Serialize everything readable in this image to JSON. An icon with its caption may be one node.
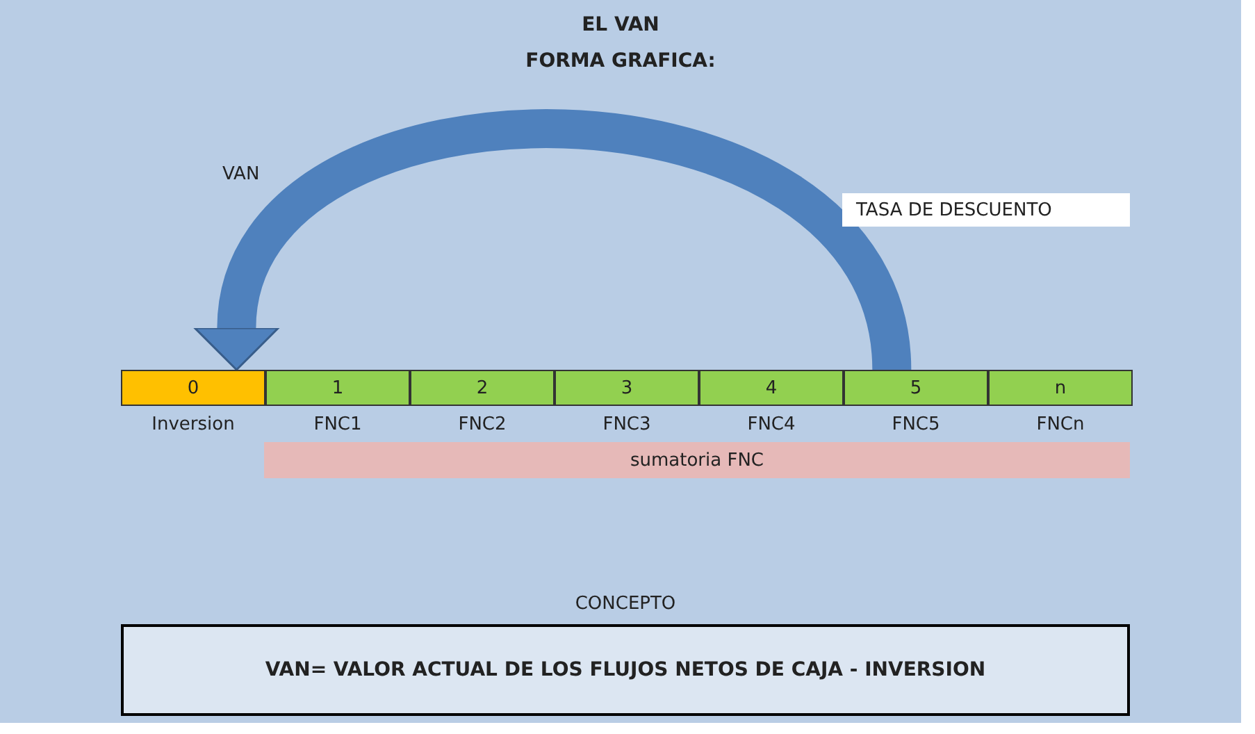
{
  "diagram": {
    "title": "EL VAN",
    "nodes": [
      {
        "text": [
          "TASA DE DESCUENTO"
        ]
      },
      {
        "text": [
          "0"
        ],
        "beside": [
          "Inversion"
        ]
      },
      {
        "text": [
          "1"
        ],
        "beside": [
          "FNC1"
        ]
      },
      {
        "text": [
          "2"
        ],
        "beside": [
          "FNC2"
        ]
      },
      {
        "text": [
          "3"
        ],
        "beside": [
          "FNC3"
        ]
      },
      {
        "text": [
          "4"
        ],
        "beside": [
          "FNC4"
        ]
      },
      {
        "text": [
          "5"
        ],
        "beside": [
          "FNC5"
        ]
      },
      {
        "text": [
          "n"
        ],
        "beside": [
          "FNCn"
        ]
      },
      {
        "text": [
          "sumatoria FNC"
        ]
      },
      {
        "text": [
          "CONCEPTO",
          "VAN= VALOR ACTUAL DE LOS FLUJOS NETOS DE CAJA - INVERSION"
        ]
      }
    ],
    "edges": [
      {
        "from": 6,
        "to": 1,
        "arrow": "to",
        "label": "VAN"
      }
    ],
    "labels": [
      "FORMA GRAFICA:"
    ]
  }
}
